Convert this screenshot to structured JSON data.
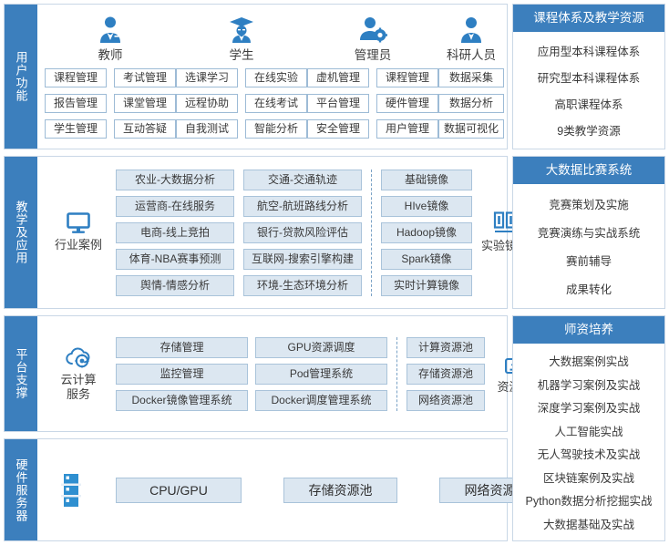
{
  "bands": [
    {
      "label": "用户功能",
      "roles": [
        {
          "name": "教师",
          "icon": "teacher-icon",
          "columns": [
            [
              "课程管理",
              "报告管理",
              "学生管理"
            ],
            [
              "考试管理",
              "课堂管理",
              "互动答疑"
            ]
          ]
        },
        {
          "name": "学生",
          "icon": "student-icon",
          "columns": [
            [
              "选课学习",
              "远程协助",
              "自我测试"
            ],
            [
              "在线实验",
              "在线考试",
              "智能分析"
            ]
          ]
        },
        {
          "name": "管理员",
          "icon": "admin-icon",
          "columns": [
            [
              "虚机管理",
              "平台管理",
              "安全管理"
            ],
            [
              "课程管理",
              "硬件管理",
              "用户管理"
            ]
          ]
        },
        {
          "name": "科研人员",
          "icon": "researcher-icon",
          "columns": [
            [
              "数据采集",
              "数据分析",
              "数据可视化"
            ]
          ]
        }
      ]
    },
    {
      "label": "教学及应用",
      "left_icon": {
        "icon": "monitor-icon",
        "caption": "行业案例"
      },
      "right_icon": {
        "icon": "image-pair-icon",
        "caption": "实验镜像"
      },
      "columns": [
        [
          "农业-大数据分析",
          "运营商-在线服务",
          "电商-线上竞拍",
          "体育-NBA赛事预测",
          "舆情-情感分析"
        ],
        [
          "交通-交通轨迹",
          "航空-航班路线分析",
          "银行-贷款风险评估",
          "互联网-搜索引擎构建",
          "环境-生态环境分析"
        ]
      ],
      "dashed_columns": [
        [
          "基础镜像",
          "HIve镜像",
          "Hadoop镜像",
          "Spark镜像",
          "实时计算镜像"
        ]
      ]
    },
    {
      "label": "平台支撑",
      "left_icon": {
        "icon": "cloud-gear-icon",
        "caption": "云计算 服务",
        "caption_line1": "云计算",
        "caption_line2": "服务"
      },
      "right_icon": {
        "icon": "resource-pool-icon",
        "caption": "资源池"
      },
      "columns": [
        [
          "存储管理",
          "监控管理",
          "Docker镜像管理系统"
        ],
        [
          "GPU资源调度",
          "Pod管理系统",
          "Docker调度管理系统"
        ]
      ],
      "dashed_columns": [
        [
          "计算资源池",
          "存储资源池",
          "网络资源池"
        ]
      ]
    },
    {
      "label": "硬件服务器",
      "left_icon": {
        "icon": "server-rack-icon",
        "caption": ""
      },
      "items": [
        "CPU/GPU",
        "存储资源池",
        "网络资源池"
      ]
    }
  ],
  "panels": [
    {
      "title": "课程体系及教学资源",
      "items": [
        "应用型本科课程体系",
        "研究型本科课程体系",
        "高职课程体系",
        "9类教学资源"
      ]
    },
    {
      "title": "大数据比赛系统",
      "items": [
        "竞赛策划及实施",
        "竞赛演练与实战系统",
        "赛前辅导",
        "成果转化"
      ]
    },
    {
      "title": "师资培养",
      "items": [
        "大数据案例实战",
        "机器学习案例及实战",
        "深度学习案例及实战",
        "人工智能实战",
        "无人驾驶技术及实战",
        "区块链案例及实战",
        "Python数据分析挖掘实战",
        "大数据基础及实战"
      ]
    }
  ],
  "colors": {
    "brand": "#3c7fbd",
    "chip_fill": "#dce7f1",
    "chip_border": "#a9c3da",
    "panel_border": "#c9d7e6"
  }
}
